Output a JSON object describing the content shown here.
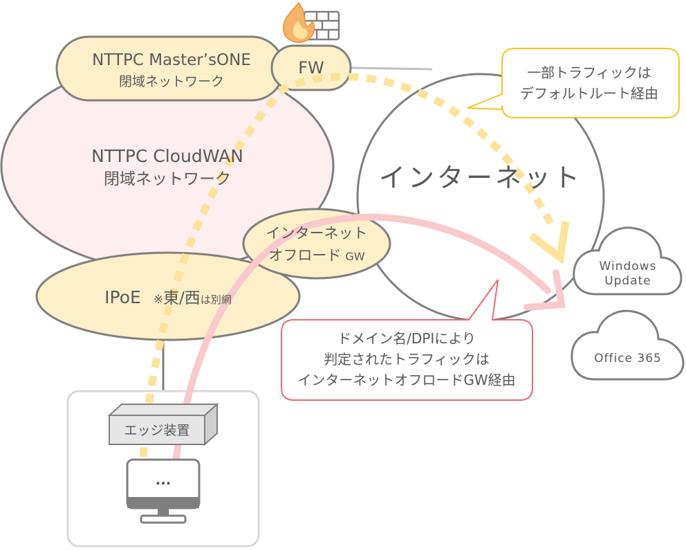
{
  "master_one": {
    "line1": "NTTPC  Master’sONE",
    "line2": "閉域ネットワーク"
  },
  "fw": {
    "label": "FW"
  },
  "cloudwan": {
    "line1": "NTTPC  CloudWAN",
    "line2": "閉域ネットワーク"
  },
  "internet": {
    "label": "インターネット"
  },
  "offload_gw": {
    "line1": "インターネット",
    "line2a": "オフロード",
    "line2b": "GW"
  },
  "ipoe": {
    "main": "IPoE",
    "mark": "※",
    "east_west": "東/西",
    "small": "は別網"
  },
  "callout_default": {
    "line1": "一部トラフィックは",
    "line2": "デフォルトルート経由"
  },
  "callout_dpi": {
    "line1": "ドメイン名/DPIにより",
    "line2": "判定されたトラフィックは",
    "line3": "インターネットオフロードGW経由"
  },
  "cloud_windows": {
    "line1": "Windows",
    "line2": "Update"
  },
  "cloud_office": {
    "label": "Office 365"
  },
  "edge_device": {
    "label": "エッジ装置"
  },
  "pc_screen": {
    "label": "..."
  },
  "colors": {
    "line_gray": "#7f7f7f",
    "cloudwan_fill": "#fdeef0",
    "beige_fill": "#fdf0c9",
    "yellow_dashed": "#fde39a",
    "pink_arrow": "#f9c9cc",
    "callout_yellow_border": "#f5c518",
    "callout_pink_border": "#ee6677",
    "edge_gray": "#d9d9d9",
    "text_dark": "#595959"
  }
}
